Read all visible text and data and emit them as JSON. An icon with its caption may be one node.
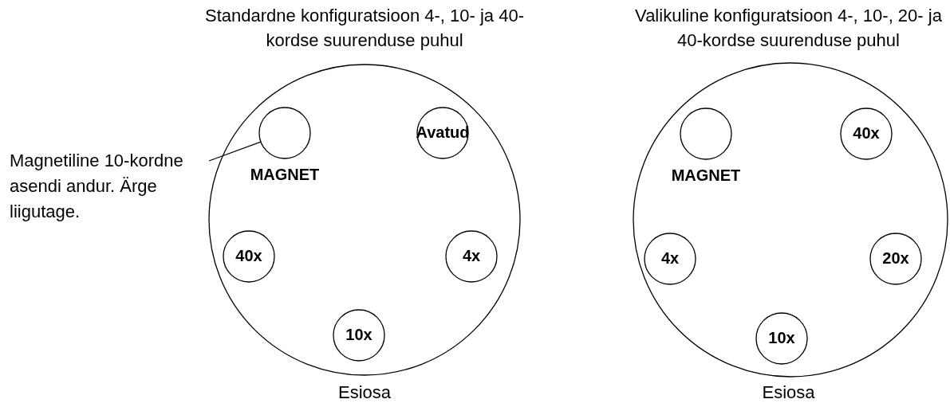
{
  "diagram": {
    "nodes": [
      {
        "text": [
          "Standardne konfiguratsioon 4-, 10- ja 40-kordse suurenduse puhul"
        ],
        "beside": [
          "Esiosa"
        ]
      },
      {
        "text": [
          "MAGNET"
        ],
        "in": 0
      },
      {
        "text": [
          "Avatud"
        ],
        "in": 0
      },
      {
        "text": [
          "40x"
        ],
        "in": 0
      },
      {
        "text": [
          "4x"
        ],
        "in": 0
      },
      {
        "text": [
          "10x"
        ],
        "in": 0
      },
      {
        "text": [
          "Valikuline konfiguratsioon 4-, 10-, 20- ja 40-kordse suurenduse puhul"
        ],
        "beside": [
          "Esiosa"
        ]
      },
      {
        "text": [
          "MAGNET"
        ],
        "in": 6
      },
      {
        "text": [
          "40x"
        ],
        "in": 6
      },
      {
        "text": [
          "4x"
        ],
        "in": 6
      },
      {
        "text": [
          "20x"
        ],
        "in": 6
      },
      {
        "text": [
          "10x"
        ],
        "in": 6
      },
      {
        "text": [
          "Magnetiline 10-kordne asendi andur. Ärge liigutage."
        ]
      }
    ],
    "edges": [
      {
        "from": 12,
        "to": 1,
        "arrow": "none"
      }
    ]
  }
}
